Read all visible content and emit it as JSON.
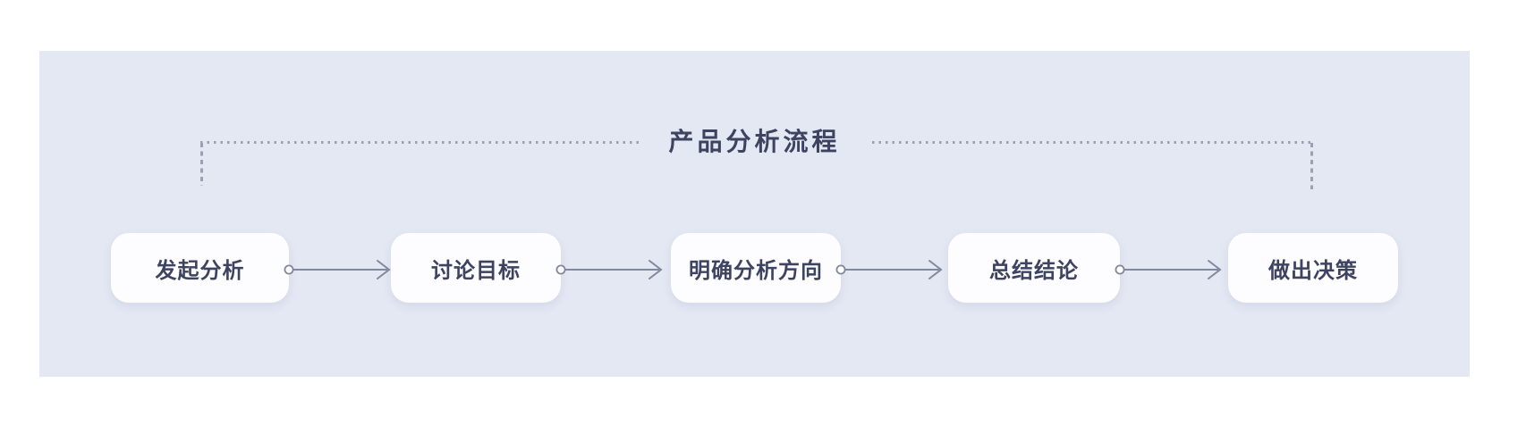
{
  "page": {
    "background": "#ffffff",
    "panel_background": "#e4e8f3"
  },
  "diagram": {
    "title": "产品分析流程",
    "nodes": [
      {
        "label": "发起分析"
      },
      {
        "label": "讨论目标"
      },
      {
        "label": "明确分析方向"
      },
      {
        "label": "总结结论"
      },
      {
        "label": "做出决策"
      }
    ],
    "colors": {
      "node_background": "#fdfdff",
      "text": "#3d4360",
      "arrow_line": "#82889d",
      "dotted_line": "#9ba1b1"
    }
  }
}
